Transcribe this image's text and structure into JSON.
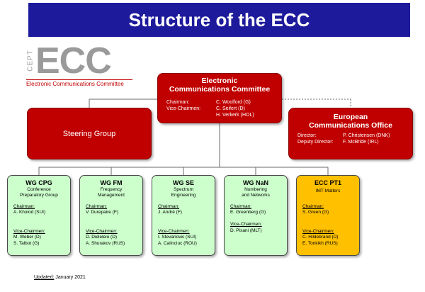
{
  "title": "Structure of the ECC",
  "logo": {
    "cept": "CEPT",
    "acronym": "ECC",
    "subtitle": "Electronic Communications Committee"
  },
  "ecc": {
    "title_line1": "Electronic",
    "title_line2": "Communications Committee",
    "chairman_label": "Chairman:",
    "chairman": "C. Woolford (G)",
    "vice_label": "Vice-Chairmen:",
    "vice1": "C. Seifert  (D)",
    "vice2": "H. Verkerk (HOL)"
  },
  "steering_group": "Steering Group",
  "eco": {
    "title_line1": "European",
    "title_line2": "Communications Office",
    "director_label": "Director:",
    "director": "P. Christensen (DNK)",
    "deputy_label": "Deputy Director:",
    "deputy": "F. McBride (IRL)"
  },
  "working_groups": [
    {
      "name": "WG CPG",
      "sub1": "Conference",
      "sub2": "Preparatory Group",
      "chair_label": "Chairman:",
      "chair": "A. Kholod (SUI)",
      "vice_label": "Vice-Chairmen:",
      "vice1": "M. Weber (D)",
      "vice2": "S. Talbot (G)"
    },
    {
      "name": "WG FM",
      "sub1": "Frequency",
      "sub2": "Management",
      "chair_label": "Chairman:",
      "chair": "V. Durepaire (F)",
      "vice_label": "Vice-Chairmen:",
      "vice1": "D. Dieleleio (D)",
      "vice2": "A. Shurakov (RUS)"
    },
    {
      "name": "WG SE",
      "sub1": "Spectrum",
      "sub2": "Engineering",
      "chair_label": "Chairman:",
      "chair": "J. André (F)",
      "vice_label": "Vice-Chairmen:",
      "vice1": "I. Stevanovic (SUI)",
      "vice2": "A. Calinciuc (ROU)"
    },
    {
      "name": "WG NaN",
      "sub1": "Numbering",
      "sub2": "and Networks",
      "chair_label": "Chairman:",
      "chair": "E. Greenberg (G)",
      "vice_label": "Vice-Chairmen:",
      "vice1": "D. Pisani (MLT)",
      "vice2": ""
    },
    {
      "name": "ECC PT1",
      "sub1": "IMT-Matters",
      "sub2": "",
      "chair_label": "Chairman:",
      "chair": "S. Green (G)",
      "vice_label": "Vice-Chairmen:",
      "vice1": "C. Hildebrand (D)",
      "vice2": "E. Tonkikh (RUS)"
    }
  ],
  "updated_label": "Updated:",
  "updated_date": "January 2021",
  "colors": {
    "banner": "#1d1a9c",
    "ecc_red": "#c00000",
    "wg_green": "#ccffcc",
    "pt_orange": "#ffc000"
  }
}
